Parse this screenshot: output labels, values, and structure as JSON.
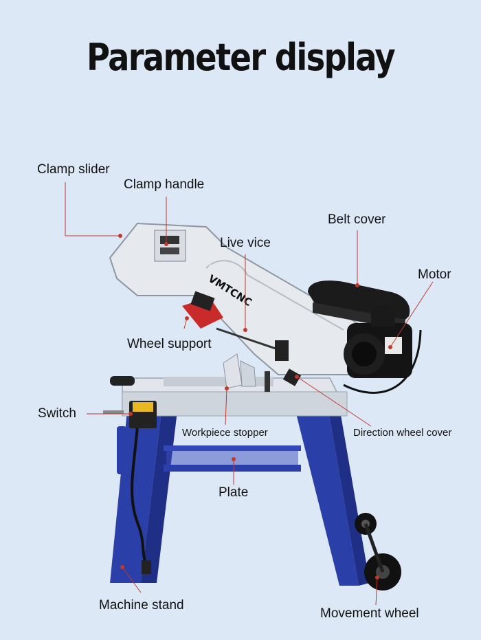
{
  "title": "Parameter display",
  "brand_logo": "VMTCNC",
  "callouts": {
    "clamp_slider": "Clamp slider",
    "clamp_handle": "Clamp handle",
    "live_vice": "Live vice",
    "belt_cover": "Belt cover",
    "motor": "Motor",
    "wheel_support": "Wheel support",
    "switch": "Switch",
    "workpiece_stopper": "Workpiece stopper",
    "direction_wheel_cover": "Direction wheel cover",
    "plate": "Plate",
    "machine_stand": "Machine stand",
    "movement_wheel": "Movement wheel"
  },
  "colors": {
    "background": "#dde8f6",
    "machine_body": "#e4e8ee",
    "stand_blue": "#2b3fa8",
    "motor_black": "#161616",
    "leader_line": "#c0392b"
  }
}
